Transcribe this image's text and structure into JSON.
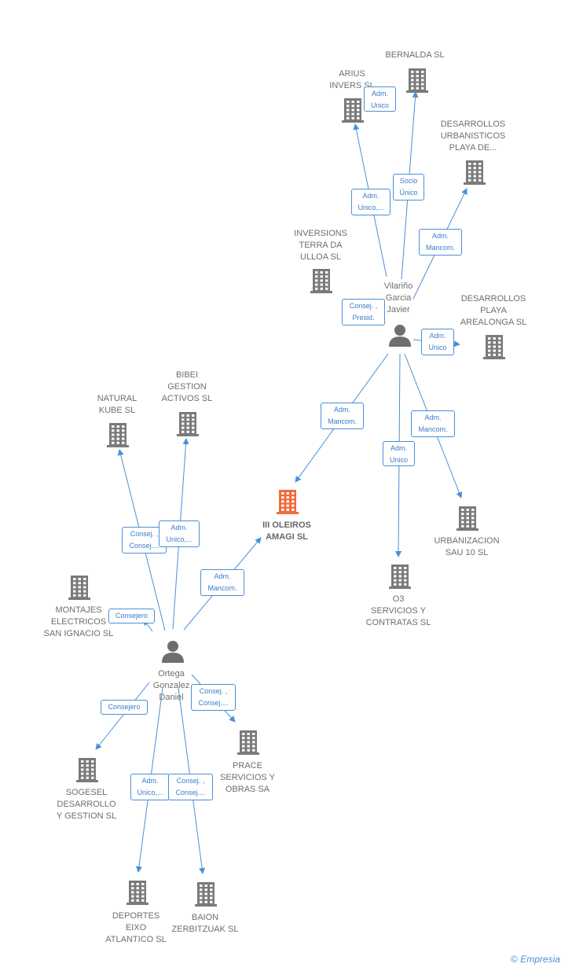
{
  "colors": {
    "edge": "#4a8fd8",
    "company": "#7a7a7a",
    "company_highlight": "#f26a3a",
    "person": "#6e6e6e"
  },
  "nodes": {
    "bernalda": {
      "label": "BERNALDA  SL",
      "type": "company"
    },
    "arius": {
      "label": "ARIUS\nINVERS  SL",
      "type": "company"
    },
    "desarrollos_urb": {
      "label": "DESARROLLOS\nURBANISTICOS\nPLAYA DE...",
      "type": "company"
    },
    "inversions": {
      "label": "INVERSIONS\nTERRA DA\nULLOA  SL",
      "type": "company"
    },
    "vilarino": {
      "label": "Vilariño\nGarcia\nJavier",
      "type": "person"
    },
    "arealonga": {
      "label": "DESARROLLOS\nPLAYA\nAREALONGA  SL",
      "type": "company"
    },
    "natural_kube": {
      "label": "NATURAL\nKUBE  SL",
      "type": "company"
    },
    "bibei": {
      "label": "BIBEI\nGESTION\nACTIVOS  SL",
      "type": "company"
    },
    "oleiros": {
      "label": "III OLEIROS\nAMAGI  SL",
      "type": "company_main"
    },
    "urbanizacion": {
      "label": "URBANIZACION\nSAU 10  SL",
      "type": "company"
    },
    "o3": {
      "label": "O3\nSERVICIOS Y\nCONTRATAS  SL",
      "type": "company"
    },
    "montajes": {
      "label": "MONTAJES\nELECTRICOS\nSAN IGNACIO SL",
      "type": "company"
    },
    "ortega": {
      "label": "Ortega\nGonzalez\nDaniel",
      "type": "person"
    },
    "prace": {
      "label": "PRACE\nSERVICIOS Y\nOBRAS SA",
      "type": "company"
    },
    "sogesel": {
      "label": "SOGESEL\nDESARROLLO\nY GESTION  SL",
      "type": "company"
    },
    "deportes": {
      "label": "DEPORTES\nEIXO\nATLANTICO  SL",
      "type": "company"
    },
    "baion": {
      "label": "BAION\nZERBITZUAK  SL",
      "type": "company"
    }
  },
  "edges": [
    {
      "from": "vilarino",
      "to": "bernalda",
      "label": "Socio\nÚnico"
    },
    {
      "from": "vilarino",
      "to": "arius",
      "label": "Adm.\nUnico,..."
    },
    {
      "from": "vilarino",
      "to": "arius",
      "label": "Adm.\nUnico"
    },
    {
      "from": "vilarino",
      "to": "desarrollos_urb",
      "label": "Adm.\nMancom."
    },
    {
      "from": "vilarino",
      "to": "inversions",
      "label": "Consej. ,\nPresid."
    },
    {
      "from": "vilarino",
      "to": "arealonga",
      "label": "Adm.\nUnico"
    },
    {
      "from": "vilarino",
      "to": "oleiros",
      "label": "Adm.\nMancom."
    },
    {
      "from": "vilarino",
      "to": "o3",
      "label": "Adm.\nUnico"
    },
    {
      "from": "vilarino",
      "to": "urbanizacion",
      "label": "Adm.\nMancom."
    },
    {
      "from": "ortega",
      "to": "natural_kube",
      "label": "Consej. ,\nConsej...."
    },
    {
      "from": "ortega",
      "to": "bibei",
      "label": "Adm.\nUnico,..."
    },
    {
      "from": "ortega",
      "to": "oleiros",
      "label": "Adm.\nMancom."
    },
    {
      "from": "ortega",
      "to": "montajes",
      "label": "Consejero"
    },
    {
      "from": "ortega",
      "to": "prace",
      "label": "Consej. ,\nConsej...."
    },
    {
      "from": "ortega",
      "to": "sogesel",
      "label": "Consejero"
    },
    {
      "from": "ortega",
      "to": "deportes",
      "label": "Adm.\nUnico,..."
    },
    {
      "from": "ortega",
      "to": "baion",
      "label": "Consej. ,\nConsej...."
    }
  ],
  "footer": {
    "symbol": "©",
    "brand": "Empresia"
  }
}
